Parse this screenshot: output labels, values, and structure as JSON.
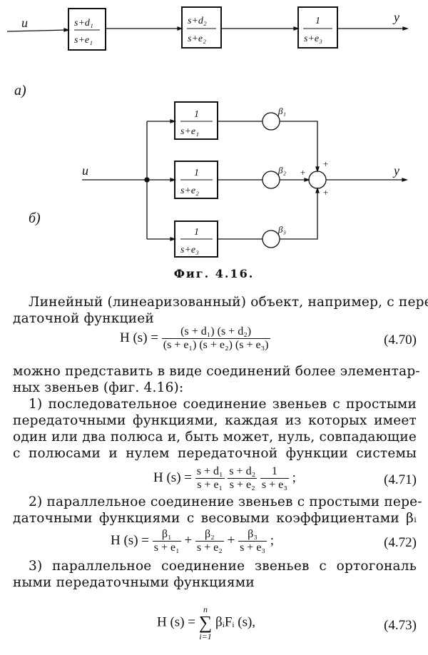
{
  "figure": {
    "a": {
      "input": "u",
      "output": "y",
      "blocks": [
        {
          "num": "s+d₁",
          "den": "s+e₁"
        },
        {
          "num": "s+d₂",
          "den": "s+e₂"
        },
        {
          "num": "1",
          "den": "s+e₃"
        }
      ],
      "label": "a)"
    },
    "b": {
      "input": "u",
      "output": "y",
      "blocks": [
        {
          "num": "1",
          "den": "s+e₁"
        },
        {
          "num": "1",
          "den": "s+e₂"
        },
        {
          "num": "1",
          "den": "s+e₃"
        }
      ],
      "weights": [
        "β₁",
        "β₂",
        "β₃"
      ],
      "signs": [
        "+",
        "+",
        "+"
      ],
      "label": "б)"
    },
    "caption": "Фиг. 4.16."
  },
  "text": {
    "p1": [
      "Линейный (линеаризованный) объект, например, с пере-",
      "даточной  функцией"
    ],
    "eq470": {
      "lhs": "H (s) =",
      "num": "(s + d₁) (s + d₂)",
      "den": "(s + e₁) (s + e₂) (s + e₃)",
      "no": "(4.70)"
    },
    "p2": [
      "можно представить в виде соединений более элементар-",
      "ных звеньев (фиг. 4.16):"
    ],
    "p3": [
      "1) последовательное соединение звеньев с простыми",
      "передаточными функциями, каждая из которых имеет",
      "один или два полюса и, быть может, нуль, совпадающие",
      "с полюсами и нулем передаточной функции системы"
    ],
    "eq471": {
      "lhs": "H (s) =",
      "f1n": "s + d₁",
      "f1d": "s + e₁",
      "f2n": "s + d₂",
      "f2d": "s + e₂",
      "f3n": "1",
      "f3d": "s + e₃",
      "tail": ";",
      "no": "(4.71)"
    },
    "p4": [
      "2) параллельное соединение звеньев с простыми пере-",
      "даточными функциями с весовыми коэффициентами βᵢ"
    ],
    "eq472": {
      "lhs": "H (s) =",
      "f1n": "β₁",
      "f1d": "s + e₁",
      "f2n": "β₂",
      "f2d": "s + e₂",
      "f3n": "β₃",
      "f3d": "s + e₃",
      "plus": "+",
      "tail": ";",
      "no": "(4.72)"
    },
    "p5": [
      "3) параллельное соединение звеньев с ортогональ",
      "ными передаточными функциями"
    ],
    "eq473": {
      "lhs": "H (s) =",
      "sum": "∑",
      "upper": "n",
      "lower": "i=1",
      "body": "βᵢFᵢ (s),",
      "no": "(4.73)"
    }
  }
}
